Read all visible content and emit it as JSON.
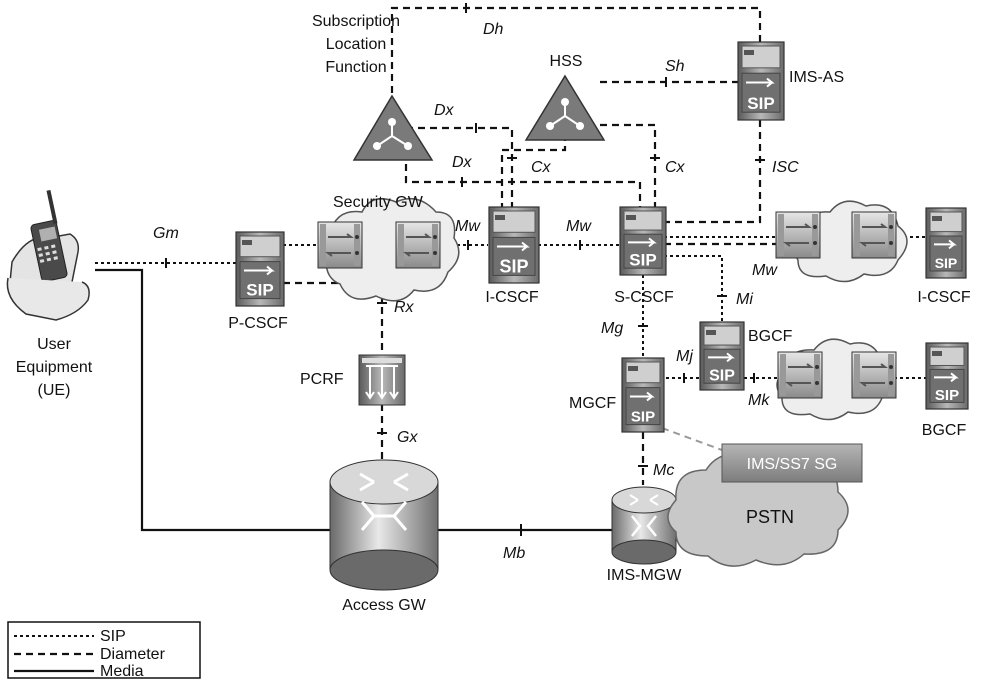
{
  "nodes": {
    "slf": [
      "Subscription",
      "Location",
      "Function"
    ],
    "hss": "HSS",
    "ims_as": "IMS-AS",
    "security_gw": "Security GW",
    "p_cscf": "P-CSCF",
    "i_cscf": "I-CSCF",
    "s_cscf": "S-CSCF",
    "i_cscf_remote": "I-CSCF",
    "bgcf": "BGCF",
    "bgcf_remote": "BGCF",
    "mgcf": "MGCF",
    "pcrf": "PCRF",
    "access_gw": "Access GW",
    "ims_mgw": "IMS-MGW",
    "ims_ss7_sg": "IMS/SS7 SG",
    "pstn": "PSTN",
    "ue": [
      "User",
      "Equipment",
      "(UE)"
    ],
    "sip_glyph": "SIP"
  },
  "interfaces": {
    "dh": "Dh",
    "sh": "Sh",
    "dx_1": "Dx",
    "dx_2": "Dx",
    "cx_1": "Cx",
    "cx_2": "Cx",
    "isc": "ISC",
    "gm": "Gm",
    "mw_1": "Mw",
    "mw_2": "Mw",
    "mw_3": "Mw",
    "rx": "Rx",
    "mi": "Mi",
    "mg": "Mg",
    "mj": "Mj",
    "mk": "Mk",
    "gx": "Gx",
    "mc": "Mc",
    "mb": "Mb"
  },
  "legend": {
    "sip": "SIP",
    "diameter": "Diameter",
    "media": "Media"
  },
  "colors": {
    "server_dark": "#6e6e6e",
    "server_light": "#d9d9d9",
    "triangle": "#7a7a7a",
    "cloud": "#c8c8c8",
    "ss7_box": "#9a9a9a"
  }
}
